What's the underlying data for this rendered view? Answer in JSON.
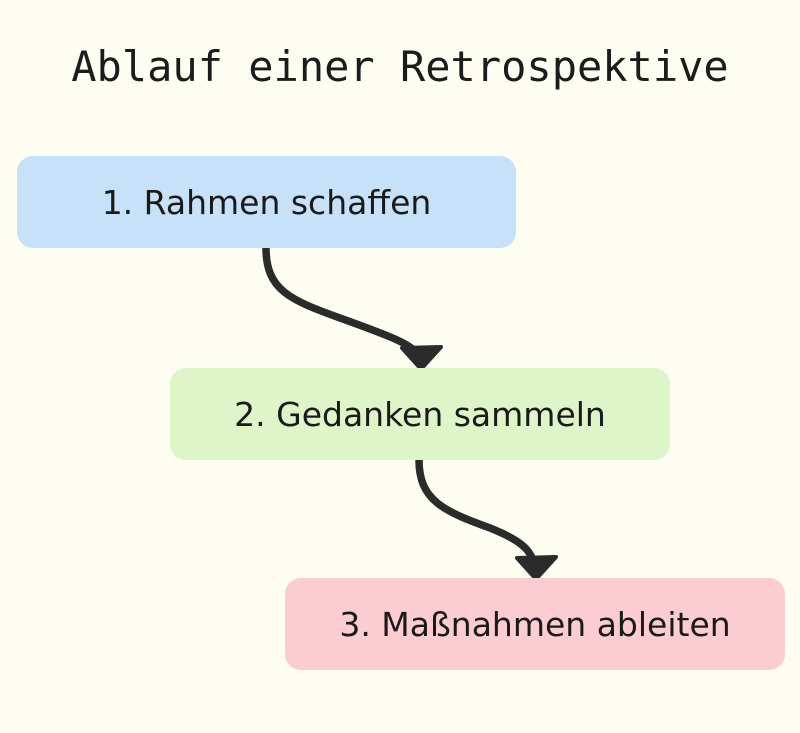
{
  "diagram": {
    "title": "Ablauf einer Retrospektive",
    "background_color": "#fdfdf2",
    "text_color": "#1a1a1a",
    "arrow_color": "#2b2b2b",
    "steps": [
      {
        "label": "1. Rahmen schaffen",
        "color": "#c7e1f8",
        "color_name": "light-blue"
      },
      {
        "label": "2. Gedanken sammeln",
        "color": "#ddf5c8",
        "color_name": "light-green"
      },
      {
        "label": "3. Maßnahmen ableiten",
        "color": "#fbcdd3",
        "color_name": "light-pink"
      }
    ],
    "connectors": [
      {
        "from": "1. Rahmen schaffen",
        "to": "2. Gedanken sammeln",
        "style": "curved-arrow"
      },
      {
        "from": "2. Gedanken sammeln",
        "to": "3. Maßnahmen ableiten",
        "style": "curved-arrow"
      }
    ]
  }
}
